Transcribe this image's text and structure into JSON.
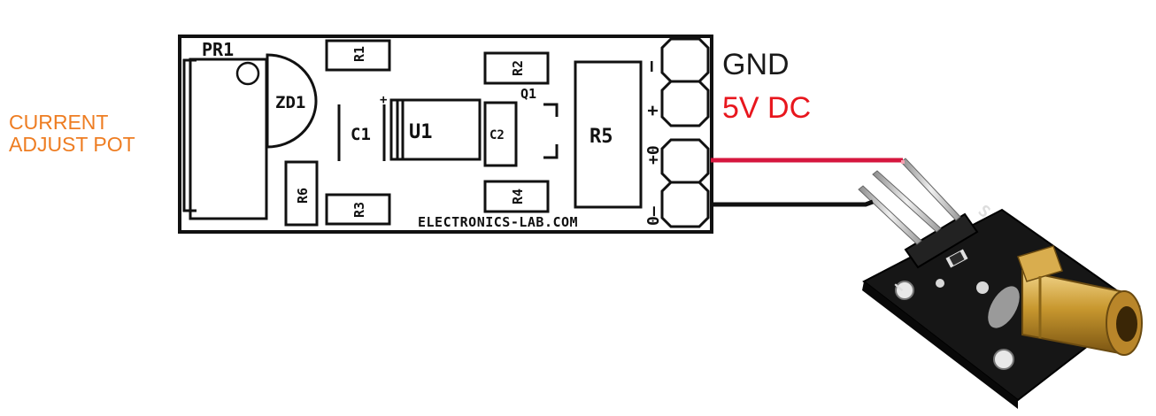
{
  "annotations": {
    "current_adjust": [
      "CURRENT",
      "ADJUST POT"
    ],
    "gnd": "GND",
    "vdc": "5V DC"
  },
  "pcb": {
    "components": {
      "pr1": "PR1",
      "r1": "R1",
      "r2": "R2",
      "r3": "R3",
      "r4": "R4",
      "r5": "R5",
      "r6": "R6",
      "zd1": "ZD1",
      "c1": "C1",
      "c2": "C2",
      "u1": "U1",
      "q1": "Q1",
      "plus_marker": "+"
    },
    "terminals": {
      "input_minus": "–",
      "input_plus": "+",
      "output_plus": "+0",
      "output_minus": "0–"
    },
    "brand": "ELECTRONICS-LAB.COM"
  },
  "laser_module": {
    "pin_s": "S",
    "pin_minus": "–"
  },
  "colors": {
    "annotation_orange": "#ee7d22",
    "vdc_red": "#e8161d",
    "gnd_black": "#1a1a1a",
    "wire_red": "#d6163e",
    "wire_black": "#111111",
    "module_black": "#161616",
    "brass": "#c8982f"
  }
}
